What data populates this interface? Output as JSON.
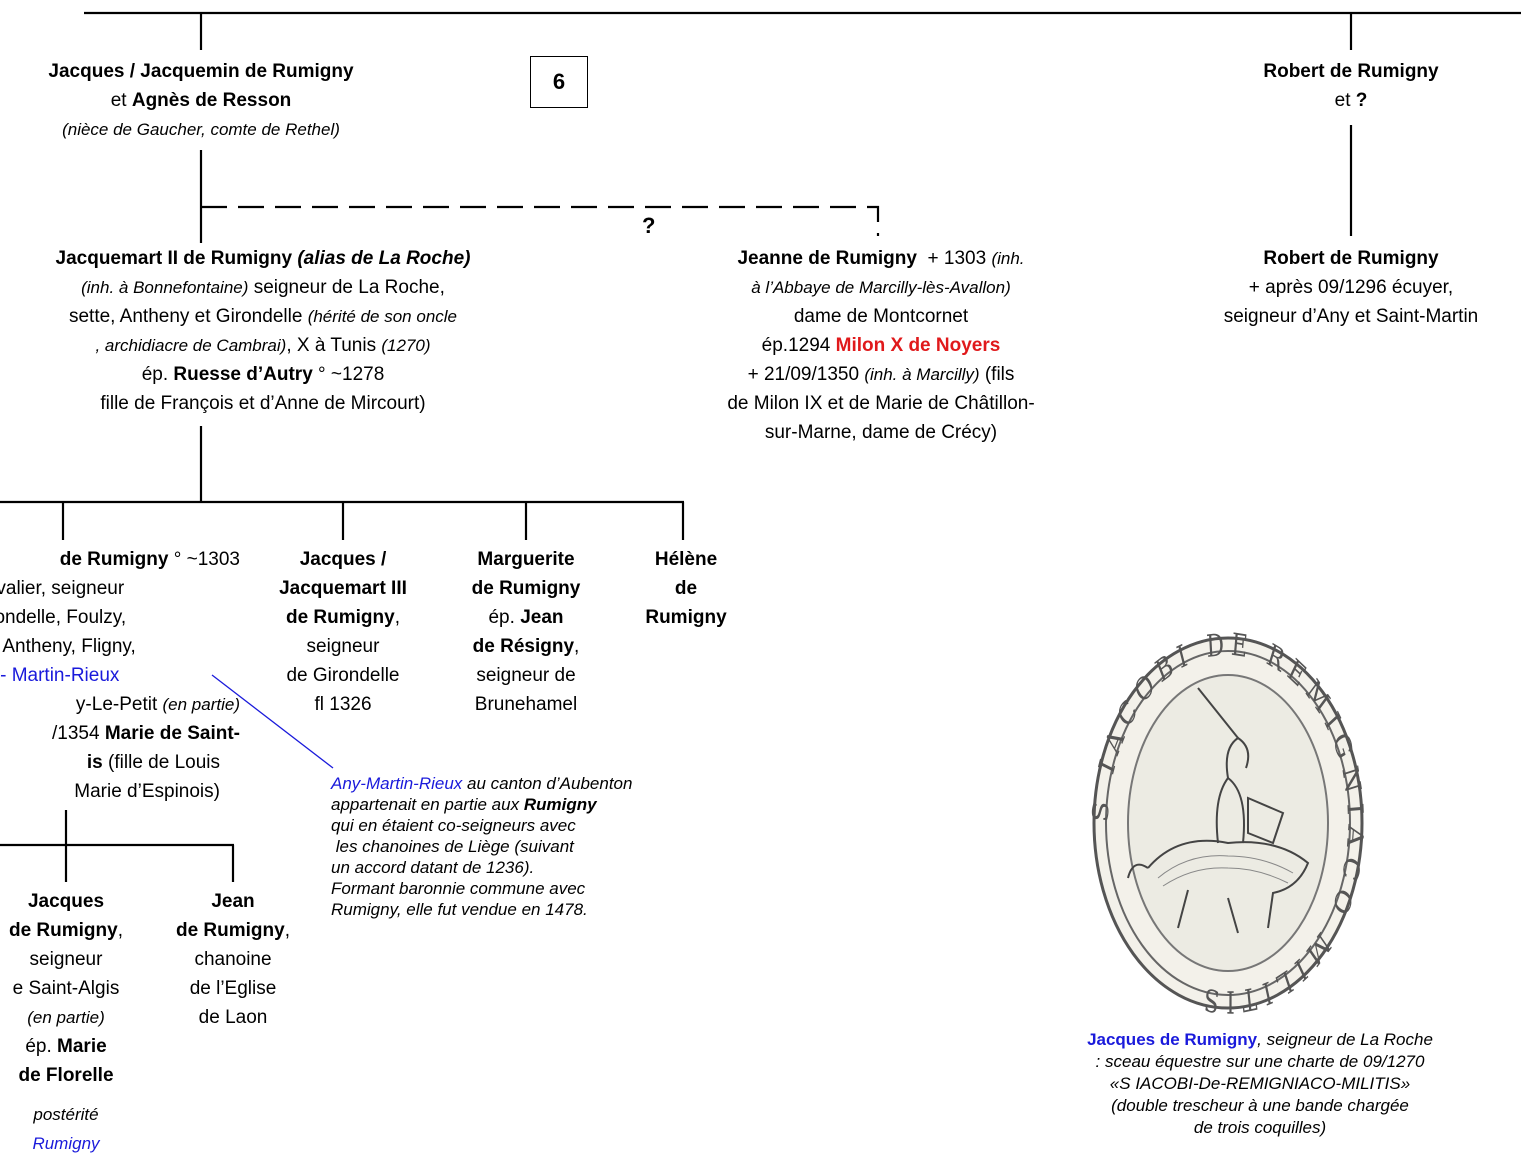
{
  "badge": "6",
  "couple_left": {
    "name1": "Jacques / Jacquemin de Rumigny",
    "et": "et",
    "name2": "Agnès de Resson",
    "note": "(nièce de Gaucher, comte de Rethel)"
  },
  "couple_right": {
    "name": "Robert de Rumigny",
    "et": "et",
    "spouse": "?"
  },
  "question_mark": "?",
  "jacquemart2": {
    "l1_name": "Jacquemart II de Rumigny",
    "l1_alias": "(alias de La Roche)",
    "l2_note": "(inh. à Bonnefontaine)",
    "l2_text": "seigneur de La Roche,",
    "l3_text": "sette, Antheny et Girondelle",
    "l3_note": "(hérité de son oncle",
    "l4_note": ", archidiacre de Cambrai)",
    "l4_text": ", X à Tunis",
    "l4_year": "(1270)",
    "l5_ep": "ép.",
    "l5_spouse": "Ruesse d’Autry",
    "l5_birth": "° ~1278",
    "l6_text": "fille de François et d’Anne de Mircourt)"
  },
  "jeanne": {
    "l1_name": "Jeanne de Rumigny",
    "l1_death": "+ 1303",
    "l1_note": "(inh.",
    "l2_note": "à l’Abbaye de Marcilly-lès-Avallon)",
    "l3_text": "dame de Montcornet",
    "l4_ep": "ép.1294",
    "l4_spouse": "Milon X de Noyers",
    "l5_death": "+ 21/09/1350",
    "l5_note": "(inh. à Marcilly)",
    "l5_text": "(fils",
    "l6_text": "de Milon IX et de Marie de Châtillon-",
    "l7_text": "sur-Marne, dame de Crécy)"
  },
  "robert2": {
    "name": "Robert de Rumigny",
    "l2": "+ après 09/1296 écuyer,",
    "l3": "seigneur d’Any et Saint-Martin"
  },
  "child1": {
    "l1_name": "de Rumigny",
    "l1_birth": "° ~1303",
    "l2": "evalier, seigneur",
    "l3": "irondelle, Foulzy,",
    "l4": "ay, Antheny, Fligny,",
    "l5": "y- Martin-Rieux",
    "l6_text": "y-Le-Petit",
    "l6_note": "(en partie)",
    "l7_text": "/1354",
    "l7_spouse": "Marie de Saint-",
    "l8_name": "is",
    "l8_text": "(fille de Louis",
    "l9": "Marie d’Espinois)"
  },
  "child2": {
    "l1": "Jacques /",
    "l2": "Jacquemart III",
    "l3_name": "de Rumigny",
    "l3_punct": ",",
    "l4": "seigneur",
    "l5": "de Girondelle",
    "l6": "fl 1326"
  },
  "child3": {
    "l1": "Marguerite",
    "l2": "de Rumigny",
    "l3_ep": "ép.",
    "l3_name": "Jean",
    "l4_name": "de Résigny",
    "l4_punct": ",",
    "l5": "seigneur de",
    "l6": "Brunehamel"
  },
  "child4": {
    "l1": "Hélène",
    "l2": "de",
    "l3": "Rumigny"
  },
  "note": {
    "l1_link": "Any-Martin-Rieux",
    "l1_text": " au canton d’Aubenton",
    "l2_text": "appartenait en partie aux ",
    "l2_bold": "Rumigny",
    "l3": "qui en étaient co-seigneurs avec",
    "l4": " les chanoines de Liège (suivant",
    "l5": "un accord datant de 1236).",
    "l6": "Formant baronnie commune avec",
    "l7": "Rumigny, elle fut vendue en 1478."
  },
  "gc1": {
    "l1": "Jacques",
    "l2_name": "de Rumigny",
    "l2_punct": ",",
    "l3": "seigneur",
    "l4": "e Saint-Algis",
    "l5": "(en partie)",
    "l6_ep": "ép.",
    "l6_name": "Marie",
    "l7": "de Florelle",
    "l8": "postérité",
    "l9": "Rumigny"
  },
  "gc2": {
    "l1": "Jean",
    "l2_name": "de Rumigny",
    "l2_punct": ",",
    "l3": "chanoine",
    "l4": "de l’Eglise",
    "l5": "de Laon"
  },
  "caption": {
    "name": "Jacques de Rumigny",
    "l1_text": ", seigneur de La Roche",
    "l2": ": sceau équestre sur une charte de 09/1270",
    "l3": "«S IACOBI-De-REMIGNIACO-MILITIS»",
    "l4": "(double trescheur à une bande chargée",
    "l5": "de trois coquilles)"
  },
  "seal": {
    "legend": "S IACOBI DE REMIGNIACO MILITIS"
  },
  "colors": {
    "red": "#e0191b",
    "blue": "#1a1adb",
    "line": "#000000"
  }
}
